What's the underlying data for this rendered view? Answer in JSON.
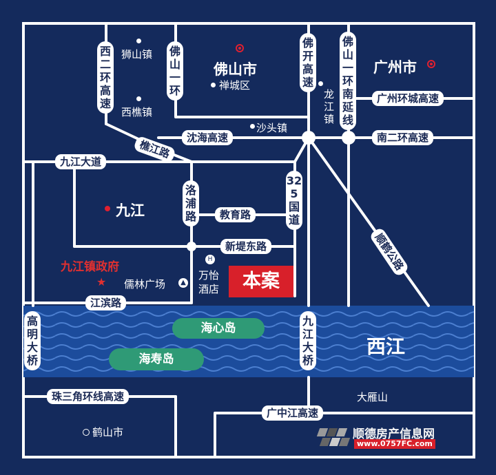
{
  "roads": {
    "xierhuan": "西二环高速",
    "foshan_yihuan": "佛山一环",
    "fokai": "佛开高速",
    "yihuan_nanyan": "佛山一环南延线",
    "guangzhou_huancheng": "广州环城高速",
    "shenhai": "沈海高速",
    "nanerhuan": "南二环高速",
    "qiaojiang": "樵江路",
    "jiujiang_dadao": "九江大道",
    "luopu": "洛浦路",
    "jiaoyu": "教育路",
    "guodao325": "325国道",
    "xindi_dong": "新堤东路",
    "shunhe": "顺鹤公路",
    "jiangbin": "江滨路",
    "gaoming_daqiao": "高明大桥",
    "jiujiang_daqiao": "九江大桥",
    "zhusanjiao": "珠三角环线高速",
    "guangzhongjiang": "广中江高速"
  },
  "places": {
    "shishan": "狮山镇",
    "xiqiao": "西樵镇",
    "foshan_city": "佛山市",
    "chancheng": "禅城区",
    "guangzhou_city": "广州市",
    "longjiang": "龙江镇",
    "shatou": "沙头镇",
    "jiujiang": "九江",
    "jiujiang_gov": "九江镇政府",
    "rulin": "儒林广场",
    "wanyi": "万怡酒店",
    "xijiang": "西江",
    "haixin": "海心岛",
    "haishou": "海寿岛",
    "dayanshan": "大雁山",
    "heshan": "鹤山市"
  },
  "project": "本案",
  "watermark": {
    "title": "顺德房产信息网",
    "url": "www.0757FC.com"
  },
  "colors": {
    "background": "#142a5c",
    "road": "#ffffff",
    "river": "#1c4c9c",
    "island": "#2f9a76",
    "project": "#d8202a",
    "gov_text": "#e03030"
  }
}
